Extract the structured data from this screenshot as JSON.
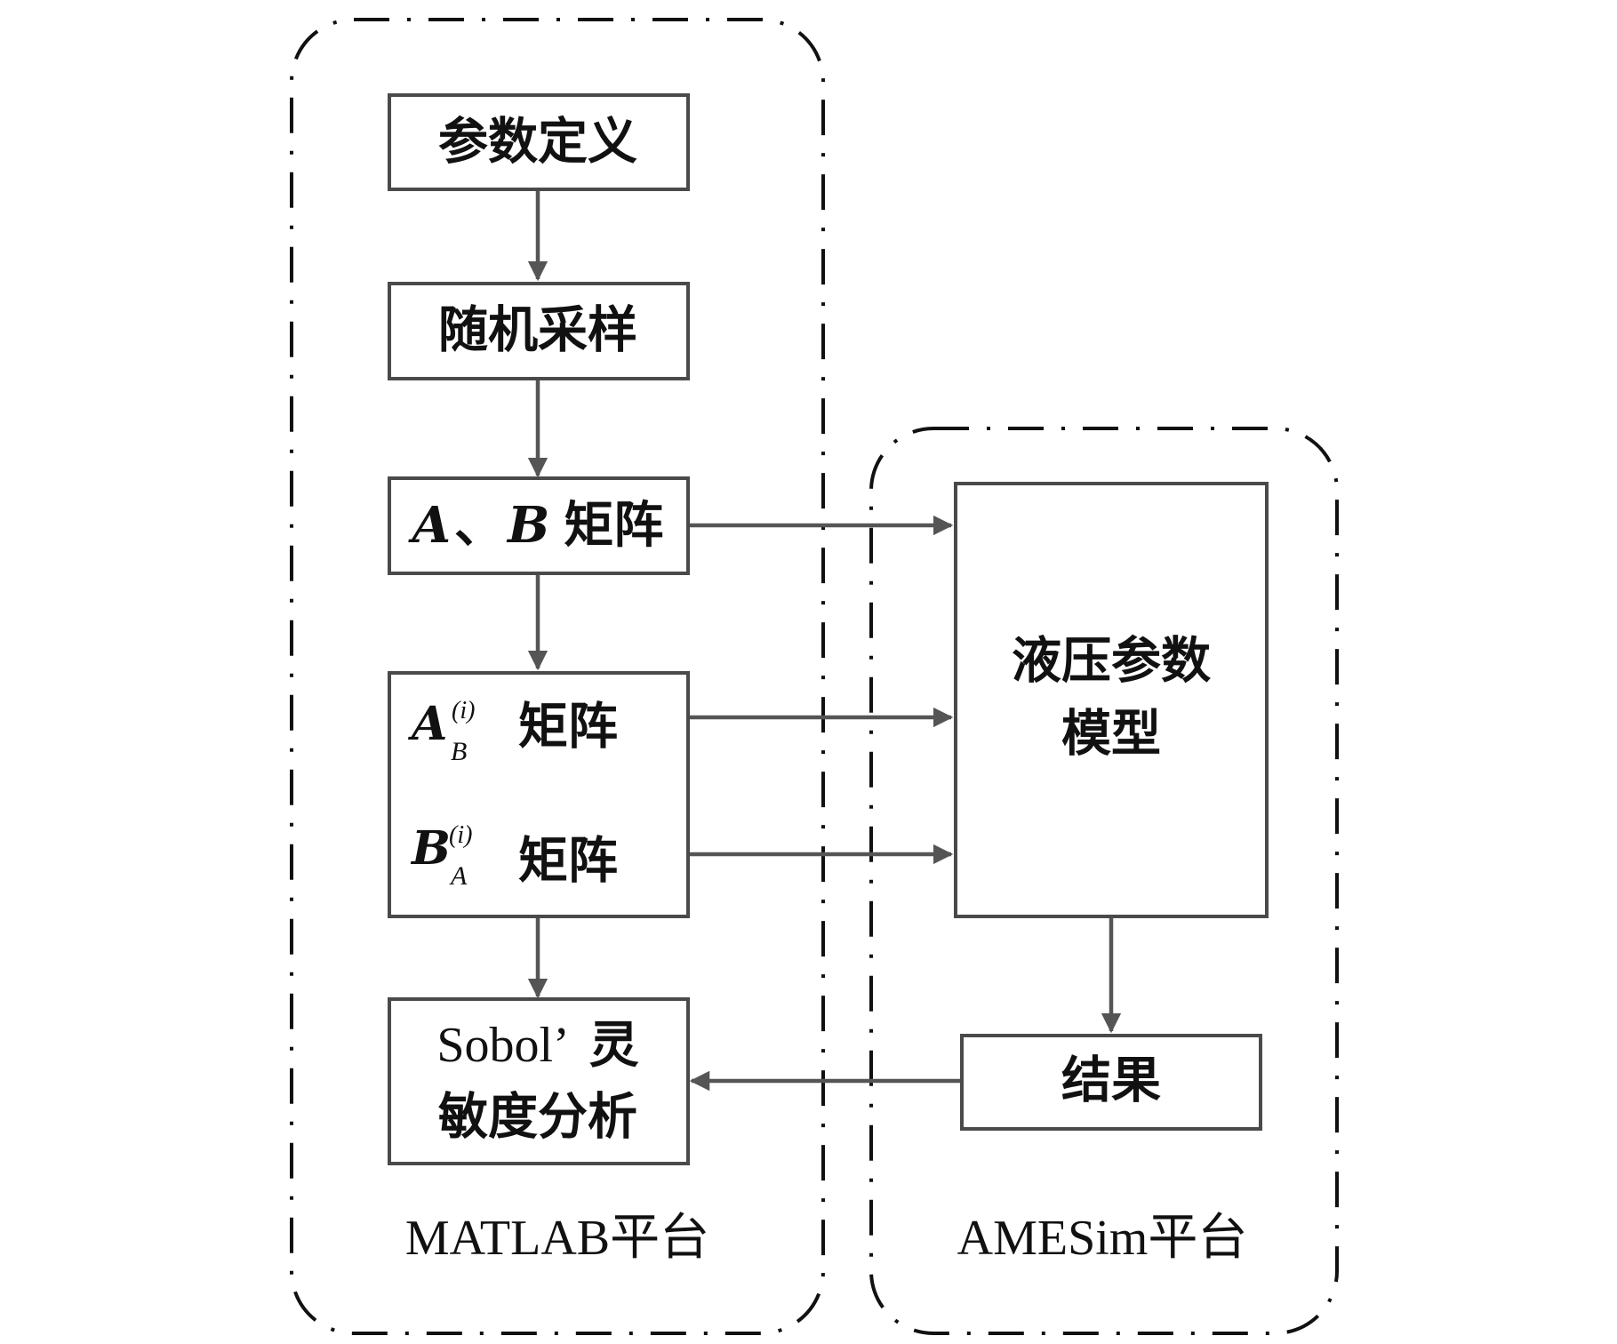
{
  "groups": {
    "matlab": {
      "label": "MATLAB平台"
    },
    "amesim": {
      "label": "AMESim平台"
    }
  },
  "nodes": {
    "param_def": "参数定义",
    "random_sampling": "随机采样",
    "ab_matrix": {
      "a": "A",
      "sep": "、",
      "b": "B",
      "suffix": "矩阵"
    },
    "mixed_matrix": {
      "row1": {
        "base": "A",
        "sub": "B",
        "sup": "(i)",
        "label": "矩阵"
      },
      "row2": {
        "base": "B",
        "sub": "A",
        "sup": "(i)",
        "label": "矩阵"
      }
    },
    "sobol": {
      "line1_latin": "Sobol’",
      "line1_cjk": "灵",
      "line2": "敏度分析"
    },
    "hydraulic_model": {
      "line1": "液压参数",
      "line2": "模型"
    },
    "result": "结果"
  },
  "edges": [
    {
      "from": "param_def",
      "to": "random_sampling"
    },
    {
      "from": "random_sampling",
      "to": "ab_matrix"
    },
    {
      "from": "ab_matrix",
      "to": "mixed_matrix"
    },
    {
      "from": "mixed_matrix",
      "to": "sobol"
    },
    {
      "from": "ab_matrix",
      "to": "hydraulic_model"
    },
    {
      "from": "mixed_matrix.row1",
      "to": "hydraulic_model"
    },
    {
      "from": "mixed_matrix.row2",
      "to": "hydraulic_model"
    },
    {
      "from": "hydraulic_model",
      "to": "result"
    },
    {
      "from": "result",
      "to": "sobol"
    }
  ]
}
